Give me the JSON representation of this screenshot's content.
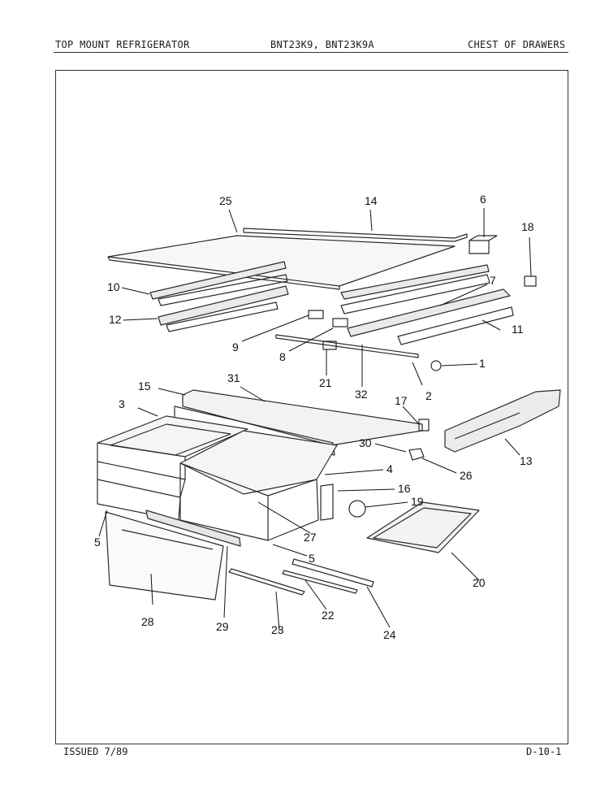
{
  "header": {
    "left": "TOP MOUNT REFRIGERATOR",
    "center": "BNT23K9, BNT23K9A",
    "right": "CHEST OF DRAWERS"
  },
  "footer": {
    "left": "ISSUED 7/89",
    "right": "D-10-1"
  },
  "parts": {
    "p1": "1",
    "p2": "2",
    "p3": "3",
    "p4": "4",
    "p5a": "5",
    "p5b": "5",
    "p6": "6",
    "p7": "7",
    "p8": "8",
    "p9": "9",
    "p10": "10",
    "p11": "11",
    "p12": "12",
    "p13": "13",
    "p14": "14",
    "p15": "15",
    "p16": "16",
    "p17": "17",
    "p18": "18",
    "p19": "19",
    "p20": "20",
    "p21": "21",
    "p22": "22",
    "p23": "23",
    "p24": "24",
    "p25": "25",
    "p26": "26",
    "p27": "27",
    "p28": "28",
    "p29": "29",
    "p30": "30",
    "p31": "31",
    "p32": "32"
  }
}
